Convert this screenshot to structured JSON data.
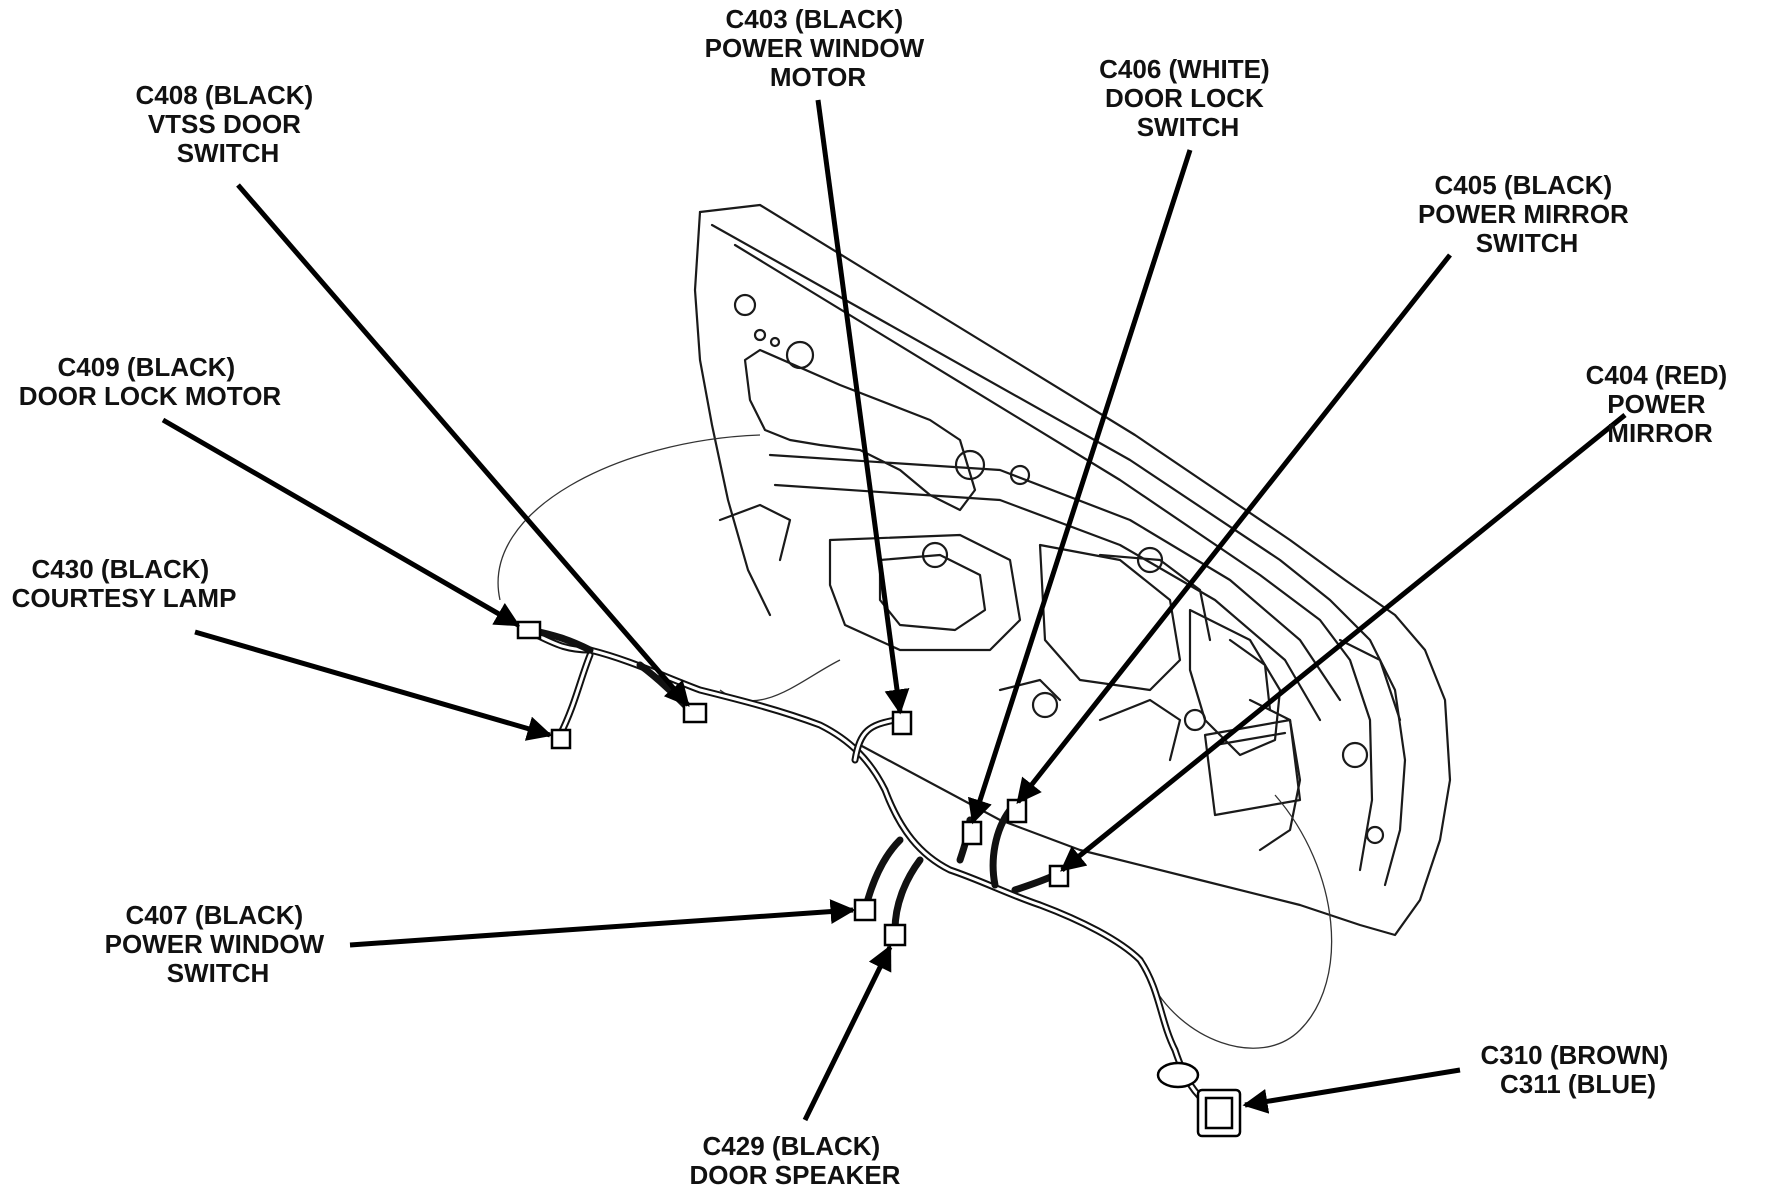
{
  "callouts": [
    {
      "id": "c403",
      "lines": [
        "C403 (BLACK)",
        "POWER WINDOW",
        "MOTOR"
      ]
    },
    {
      "id": "c408",
      "lines": [
        "C408 (BLACK)",
        "VTSS DOOR",
        "SWITCH"
      ]
    },
    {
      "id": "c406",
      "lines": [
        "C406 (WHITE)",
        "DOOR LOCK",
        "SWITCH"
      ]
    },
    {
      "id": "c405",
      "lines": [
        "C405 (BLACK)",
        "POWER MIRROR",
        "SWITCH"
      ]
    },
    {
      "id": "c409",
      "lines": [
        "C409 (BLACK)",
        "DOOR LOCK MOTOR"
      ]
    },
    {
      "id": "c404",
      "lines": [
        "C404 (RED)",
        "POWER",
        "MIRROR"
      ]
    },
    {
      "id": "c430",
      "lines": [
        "C430 (BLACK)",
        "COURTESY LAMP"
      ]
    },
    {
      "id": "c407",
      "lines": [
        "C407 (BLACK)",
        "POWER WINDOW",
        "SWITCH"
      ]
    },
    {
      "id": "c310",
      "lines": [
        "C310 (BROWN)",
        "C311 (BLUE)"
      ]
    },
    {
      "id": "c429",
      "lines": [
        "C429 (BLACK)",
        "DOOR SPEAKER"
      ]
    }
  ]
}
